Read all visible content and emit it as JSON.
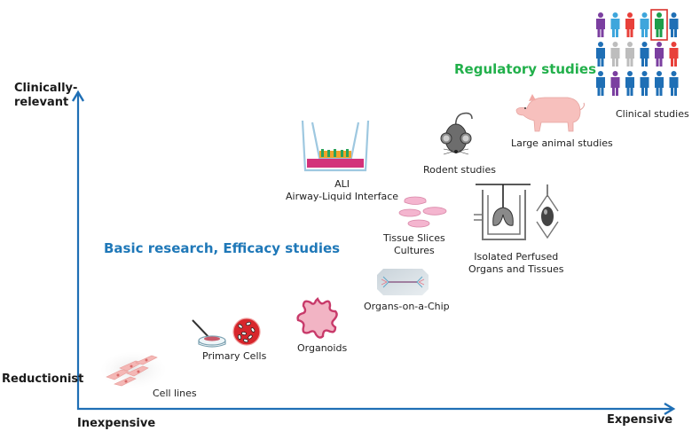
{
  "axes": {
    "y_top": "Clinically-\nrelevant",
    "y_top_line1": "Clinically-",
    "y_top_line2": "relevant",
    "y_bottom": "Reductionist",
    "x_left": "Inexpensive",
    "x_right": "Expensive",
    "color": "#1f6fb5"
  },
  "regions": {
    "basic": {
      "label": "Basic research, Efficacy studies",
      "color": "#1f78b8"
    },
    "regulatory": {
      "label": "Regulatory studies",
      "color": "#22b04b"
    }
  },
  "models": {
    "cell_lines": {
      "label": "Cell lines"
    },
    "primary_cells": {
      "label": "Primary Cells"
    },
    "organoids": {
      "label": "Organoids"
    },
    "organs_on_chip": {
      "label": "Organs-on-a-Chip"
    },
    "tissue_slices": {
      "line1": "Tissue Slices",
      "line2": "Cultures"
    },
    "ali": {
      "line1": "ALI",
      "line2": "Airway-Liquid Interface"
    },
    "isolated_perfused": {
      "line1": "Isolated Perfused",
      "line2": "Organs and Tissues"
    },
    "rodent": {
      "label": "Rodent studies"
    },
    "large_animal": {
      "label": "Large animal studies"
    },
    "clinical": {
      "label": "Clinical studies",
      "people_colors": [
        [
          "#7b3fa0",
          "#3ea6dc",
          "#e8403a",
          "#3ea6dc",
          "#1e9e4a",
          "#1f6fb5"
        ],
        [
          "#1f6fb5",
          "#bdbdbd",
          "#bdbdbd",
          "#1f6fb5",
          "#7b3fa0",
          "#e8403a"
        ],
        [
          "#1f6fb5",
          "#7b3fa0",
          "#1f6fb5",
          "#1f6fb5",
          "#1f6fb5",
          "#1f6fb5"
        ]
      ],
      "highlight_color": "#d9312b"
    }
  }
}
